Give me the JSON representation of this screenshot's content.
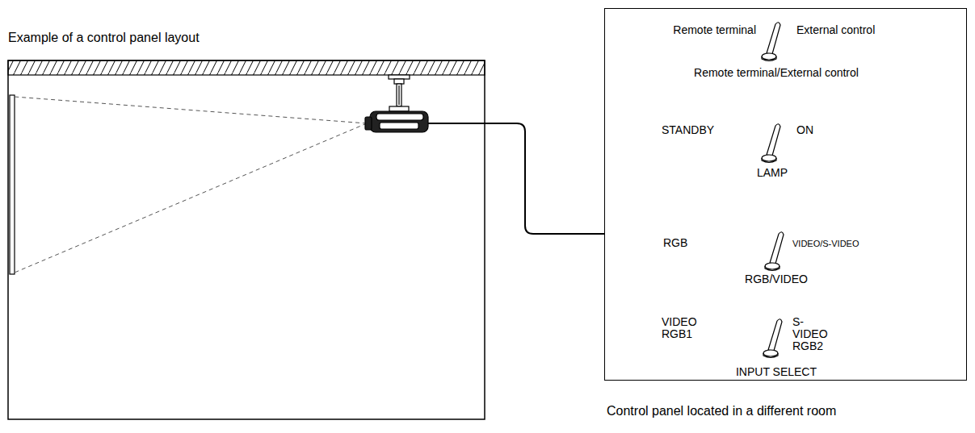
{
  "diagram": {
    "title": "Example of a control panel layout",
    "nodes": [
      {
        "text": [
          "Remote terminal",
          "External control",
          "Remote terminal/External control",
          "STANDBY",
          "ON",
          "LAMP",
          "RGB",
          "VIDEO/S-VIDEO",
          "RGB/VIDEO",
          "VIDEO RGB1",
          "S-VIDEO RGB2",
          "INPUT SELECT",
          "Control panel located in a different room"
        ]
      }
    ]
  }
}
